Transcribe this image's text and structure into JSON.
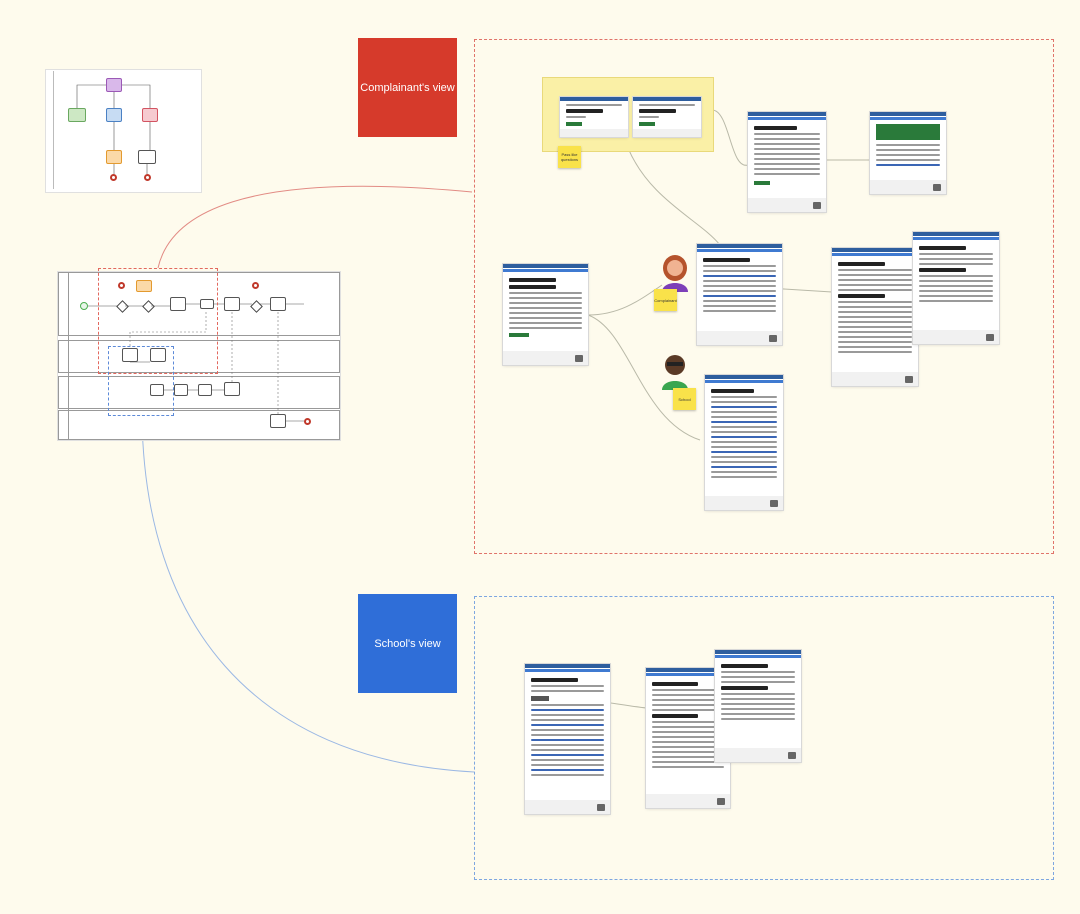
{
  "board": {
    "background": "#fefbed"
  },
  "complainant_section": {
    "label": "Complainant's view",
    "label_color": "#d63a2b",
    "frame_color": "#e0736a",
    "sticky_form": "Pass like questions",
    "sticky_parent": "Complainant",
    "sticky_school": "School",
    "person_left_icon": "woman-avatar-icon",
    "person_right_icon": "man-avatar-icon"
  },
  "school_section": {
    "label": "School's view",
    "label_color": "#2f6ed8",
    "frame_color": "#7da6e0"
  },
  "connector_colors": {
    "red": "#e28b84",
    "blue": "#9bb8e4",
    "grey": "#b9b9a8"
  }
}
